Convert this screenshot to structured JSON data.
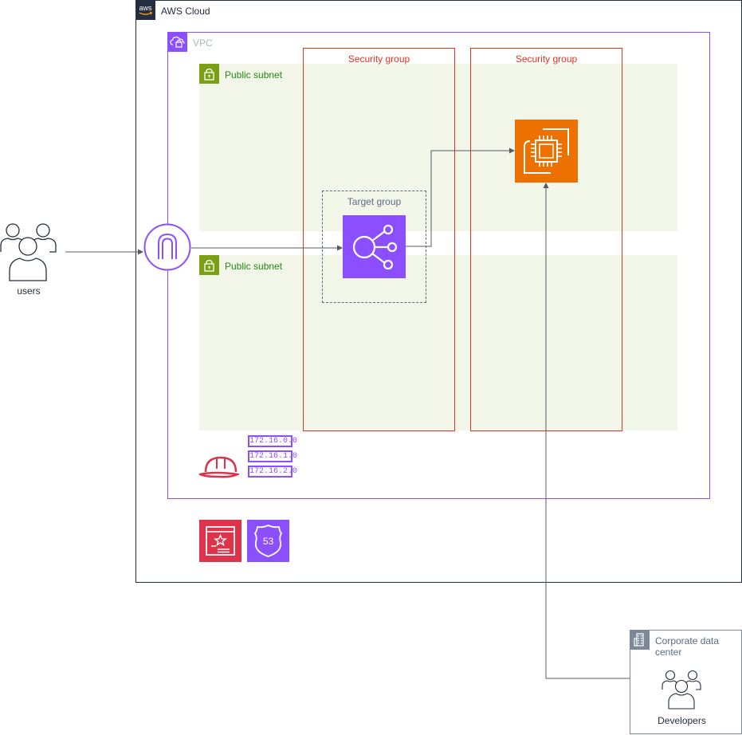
{
  "aws_cloud": {
    "label": "AWS Cloud",
    "logo_text": "aws"
  },
  "vpc": {
    "label": "VPC"
  },
  "subnets": [
    {
      "label": "Public subnet"
    },
    {
      "label": "Public subnet"
    }
  ],
  "security_groups": [
    {
      "label": "Security group"
    },
    {
      "label": "Security group"
    }
  ],
  "target_group": {
    "label": "Target group"
  },
  "route_table": {
    "entries": [
      "172.16.0.0",
      "172.16.1.0",
      "172.16.2.0"
    ]
  },
  "route53": {
    "badge": "53"
  },
  "users": {
    "label": "users"
  },
  "corporate_dc": {
    "label": "Corporate data center"
  },
  "developers": {
    "label": "Developers"
  },
  "colors": {
    "aws_dark": "#232f3e",
    "vpc_purple": "#8c4fff",
    "subnet_green": "#7aa116",
    "subnet_fill": "#f2f6e8",
    "security_group_red": "#dd3522",
    "ec2_orange": "#ed7100",
    "certificate_red": "#dd344c",
    "connector_gray": "#545b64"
  },
  "icons": [
    "aws-logo-icon",
    "vpc-cloud-lock-icon",
    "padlock-icon",
    "internet-gateway-icon",
    "load-balancer-icon",
    "ec2-instance-icon",
    "hard-hat-icon",
    "certificate-icon",
    "route53-shield-icon",
    "users-icon",
    "building-icon",
    "developers-icon"
  ]
}
